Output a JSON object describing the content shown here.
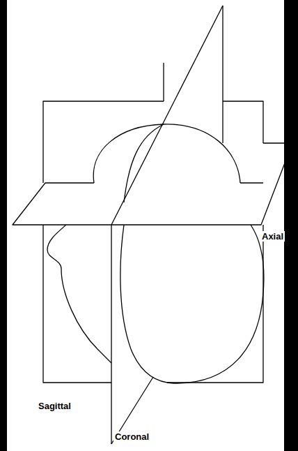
{
  "diagram": {
    "labels": [
      "Axial",
      "Sagittal",
      "Coronal"
    ]
  }
}
